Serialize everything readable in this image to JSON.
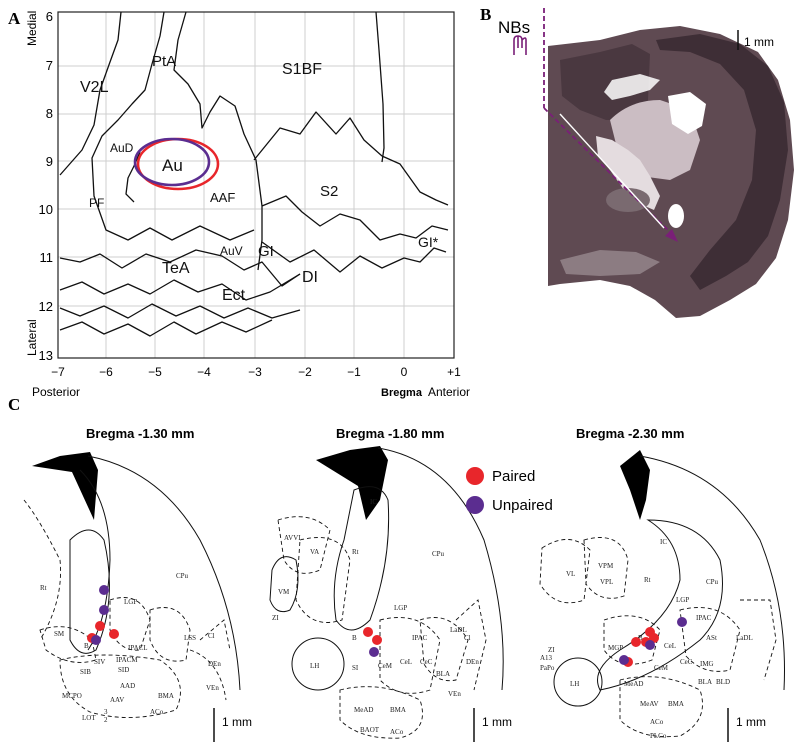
{
  "panels": {
    "a": {
      "label": "A"
    },
    "b": {
      "label": "B"
    },
    "c": {
      "label": "C"
    }
  },
  "map": {
    "x_ticks": [
      "−7",
      "−6",
      "−5",
      "−4",
      "−3",
      "−2",
      "−1",
      "0",
      "+1"
    ],
    "y_ticks": [
      "6",
      "7",
      "8",
      "9",
      "10",
      "11",
      "12",
      "13"
    ],
    "y_label_top": "Medial",
    "y_label_bottom": "Lateral",
    "x_label_left": "Posterior",
    "x_label_bregma": "Bregma",
    "x_label_right": "Anterior",
    "regions": {
      "v2l": "V2L",
      "pta": "PtA",
      "s1bf": "S1BF",
      "aud": "AuD",
      "au": "Au",
      "pf": "PF",
      "aaf": "AAF",
      "s2": "S2",
      "auv": "AuV",
      "gi": "GI",
      "gi_star": "GI*",
      "tea": "TeA",
      "di": "DI",
      "ect": "Ect"
    },
    "colors": {
      "paired": "#e8262b",
      "unpaired": "#5b2d90"
    }
  },
  "histology": {
    "probe_label": "NBs",
    "scale_label": "1 mm",
    "probe_color": "#7a1f78"
  },
  "sections": [
    {
      "title": "Bregma -1.30 mm",
      "scale_label": "1 mm",
      "labels": [
        "Rt",
        "CPu",
        "LGP",
        "SM",
        "B",
        "IPACL",
        "IPACM",
        "LSS",
        "Cl",
        "SIV",
        "SID",
        "SIB",
        "AAD",
        "DEn",
        "VEn",
        "MCPO",
        "AAV",
        "BMA",
        "LOT",
        "ACo",
        "3",
        "2"
      ]
    },
    {
      "title": "Bregma -1.80 mm",
      "scale_label": "1 mm",
      "labels": [
        "IC",
        "AVVL",
        "VA",
        "Rt",
        "CPu",
        "VM",
        "LGP",
        "ZI",
        "B",
        "IPAC",
        "LaDL",
        "Cl",
        "LH",
        "SI",
        "CeM",
        "CeL",
        "CeC",
        "BLA",
        "DEn",
        "VEn",
        "MeAD",
        "BMA",
        "BAOT",
        "ACo"
      ]
    },
    {
      "title": "Bregma -2.30 mm",
      "scale_label": "1 mm",
      "labels": [
        "IC",
        "VL",
        "VPM",
        "VPL",
        "Rt",
        "CPu",
        "LGP",
        "IPAC",
        "ASt",
        "LaDL",
        "ZI",
        "A13",
        "PaPo",
        "MGP",
        "B",
        "CeL",
        "CeC",
        "CeM",
        "IMG",
        "BLA",
        "BLD",
        "LH",
        "MeAD",
        "MeAV",
        "BMA",
        "ACo",
        "PLCo"
      ]
    }
  ],
  "legend": {
    "paired": "Paired",
    "unpaired": "Unpaired"
  }
}
